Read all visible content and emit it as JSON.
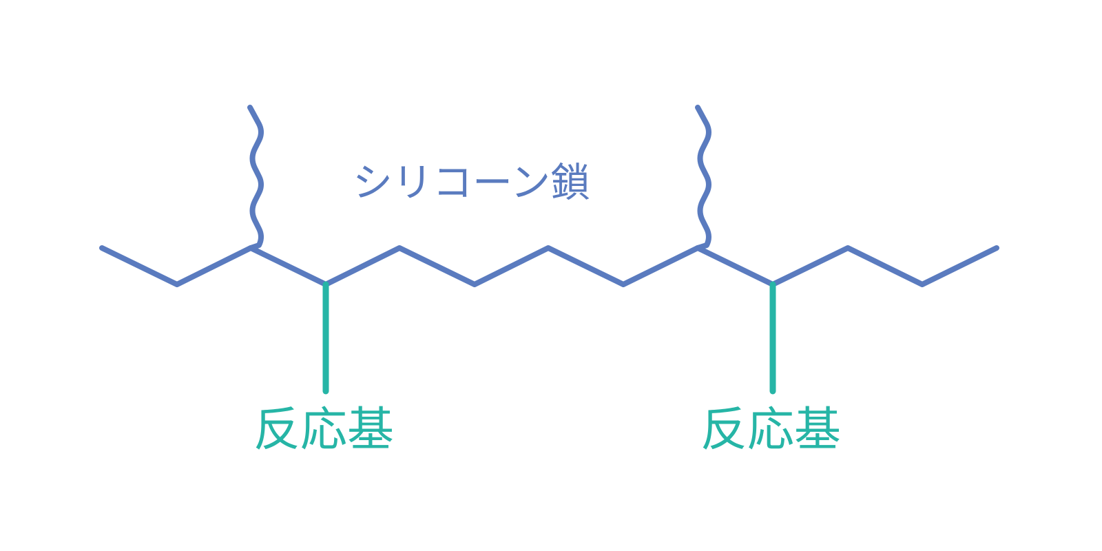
{
  "diagram": {
    "silicone_chain_label": "シリコーン鎖",
    "reactive_group_labels": [
      "反応基",
      "反応基"
    ]
  },
  "colors": {
    "backbone": "#5a7bbf",
    "reactive_group": "#26b5a6",
    "background": "#ffffff"
  }
}
